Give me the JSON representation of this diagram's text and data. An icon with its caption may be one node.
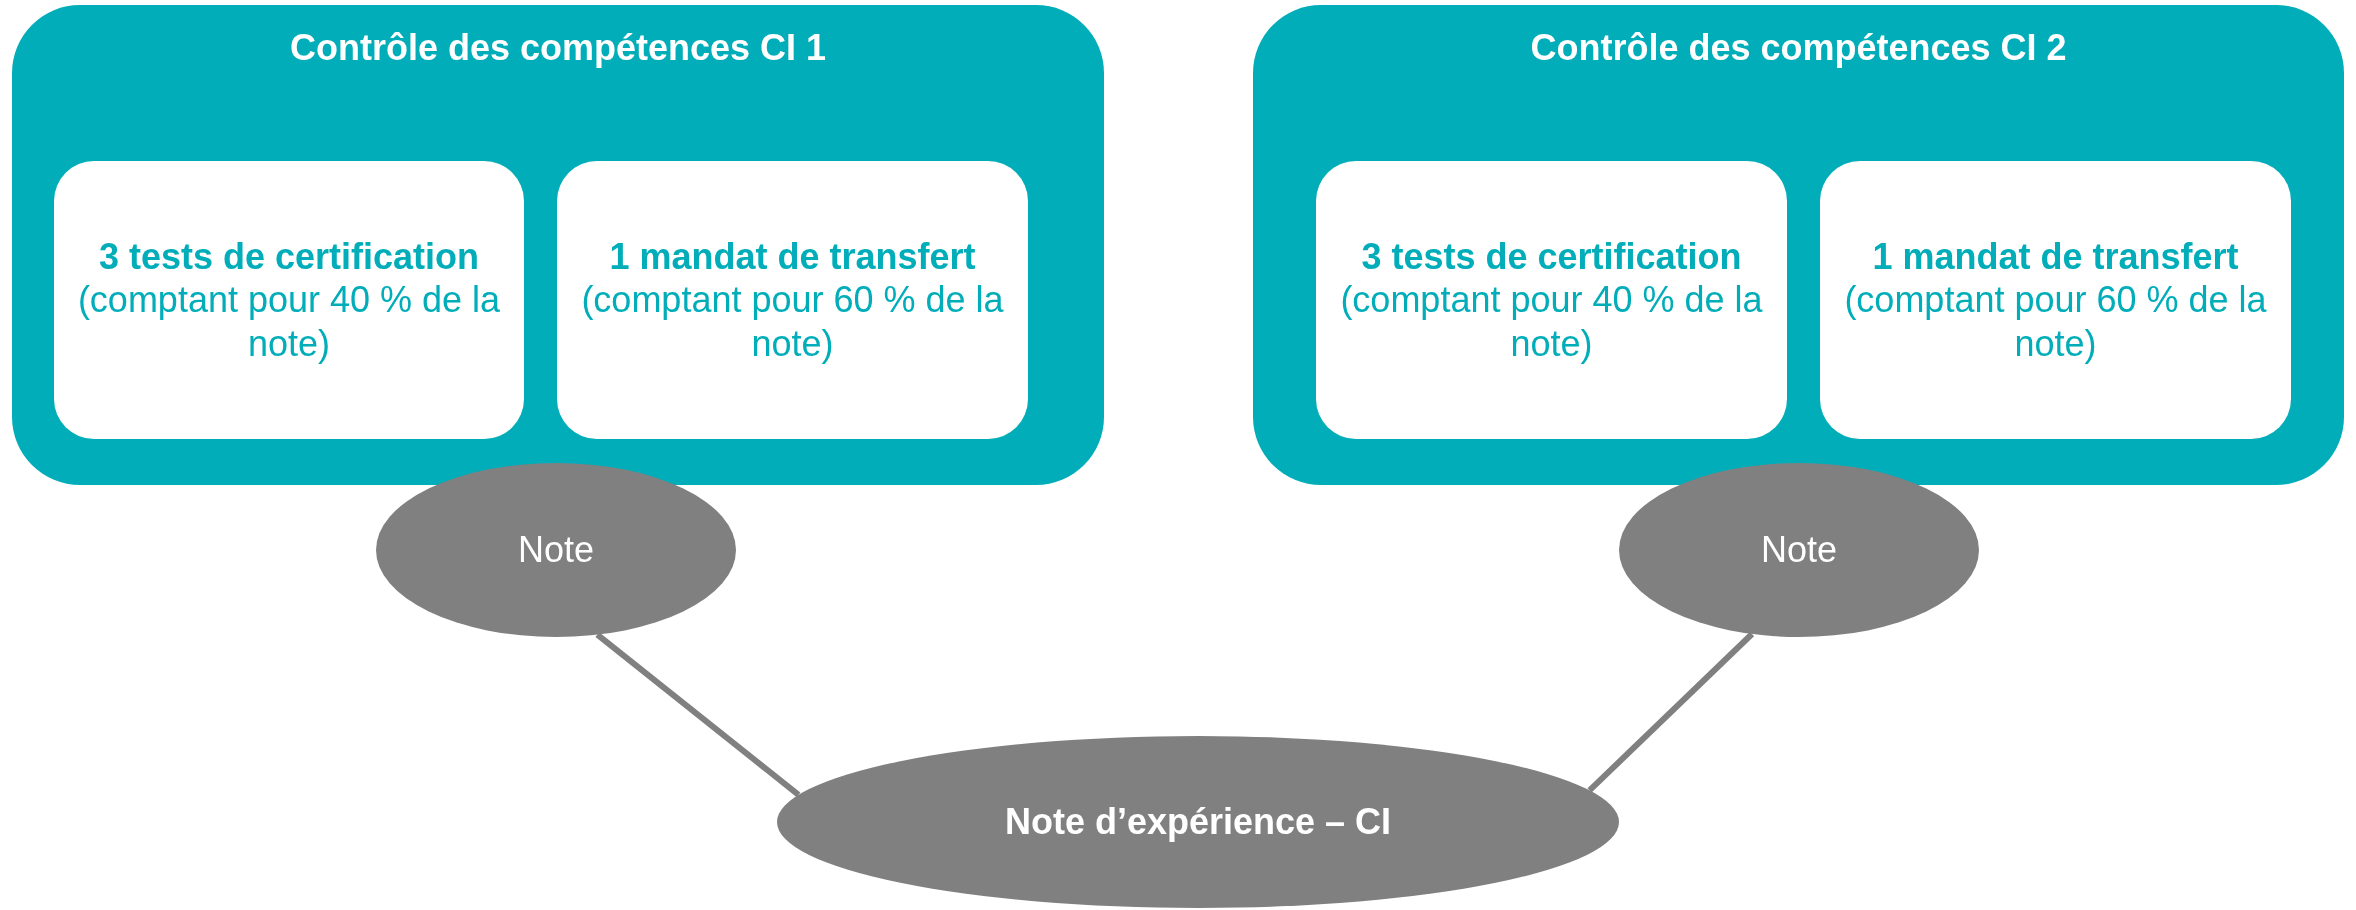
{
  "diagram": {
    "nodes": [
      {
        "text": [
          "Contrôle des compétences CI 1"
        ]
      },
      {
        "text": [
          "3 tests de certification",
          "(comptant pour 40 % de la note)"
        ],
        "in": 0
      },
      {
        "text": [
          "1 mandat de transfert",
          "(comptant pour 60 % de la note)"
        ],
        "in": 0
      },
      {
        "text": [
          "Contrôle des compétences CI 2"
        ]
      },
      {
        "text": [
          "3 tests de certification",
          "(comptant pour 40 % de la note)"
        ],
        "in": 3
      },
      {
        "text": [
          "1 mandat de transfert",
          "(comptant pour 60 % de la note)"
        ],
        "in": 3
      },
      {
        "text": [
          "Note"
        ]
      },
      {
        "text": [
          "Note"
        ]
      },
      {
        "text": [
          "Note d’expérience – CI"
        ]
      }
    ],
    "edges": [
      {
        "from": 6,
        "to": 8,
        "arrow": "none"
      },
      {
        "from": 7,
        "to": 8,
        "arrow": "none"
      }
    ]
  }
}
